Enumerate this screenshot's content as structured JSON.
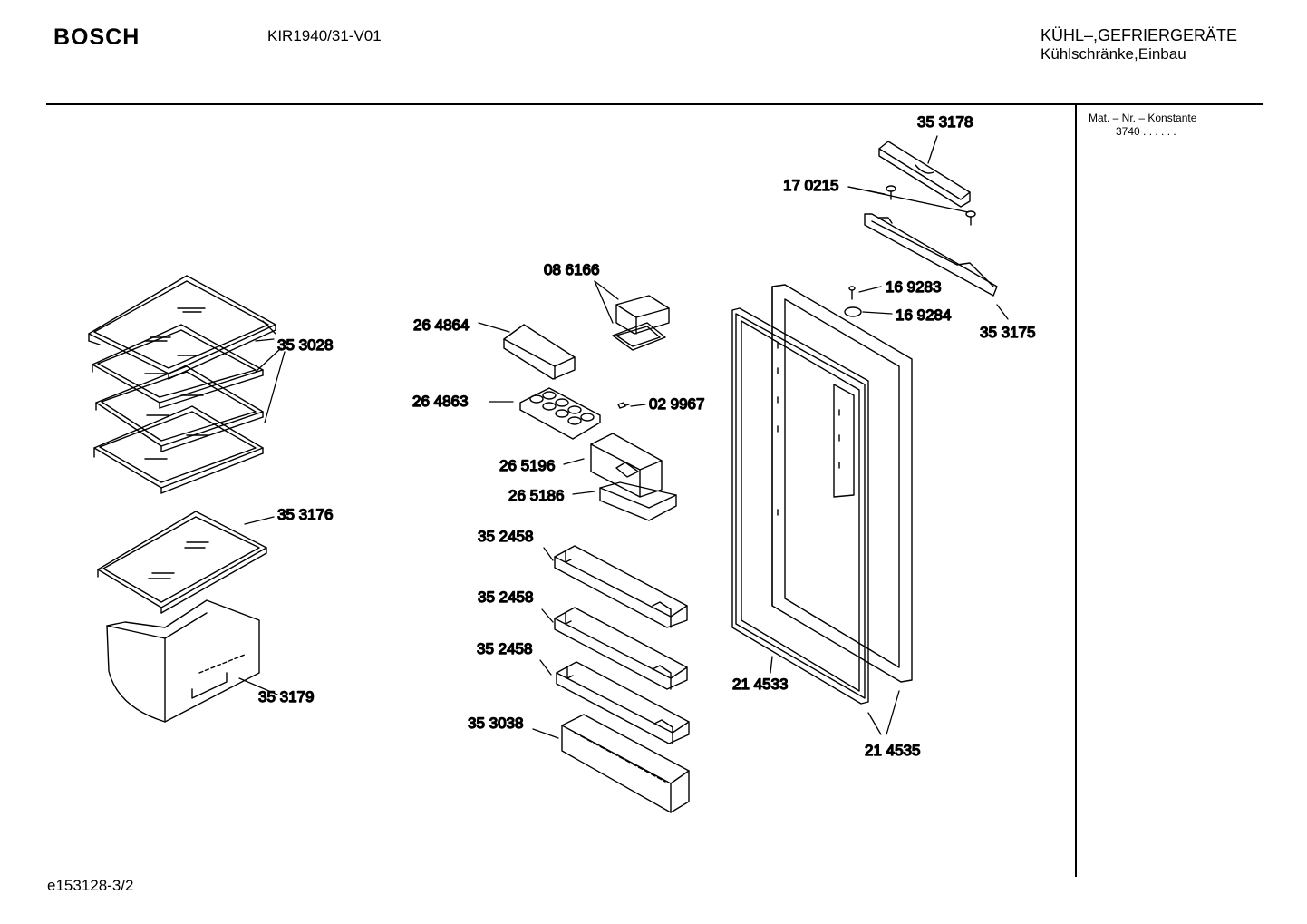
{
  "header": {
    "brand": "BOSCH",
    "model": "KIR1940/31-V01",
    "category_line1": "KÜHL–,GEFRIERGERÄTE",
    "category_line2": "Kühlschränke,Einbau"
  },
  "sidebar": {
    "mat_title": "Mat. – Nr. – Konstante",
    "mat_value": "3740  .   .     .  .  .  ."
  },
  "footer": {
    "page_id": "e153128-3/2"
  },
  "parts": {
    "p353178": "35 3178",
    "p170215": "17 0215",
    "p169283": "16 9283",
    "p169284": "16 9284",
    "p353175": "35 3175",
    "p086166": "08 6166",
    "p264864": "26 4864",
    "p264863": "26 4863",
    "p029967": "02 9967",
    "p265196": "26 5196",
    "p265186": "26 5186",
    "p352458a": "35 2458",
    "p352458b": "35 2458",
    "p352458c": "35 2458",
    "p353038": "35 3038",
    "p214533": "21 4533",
    "p214535": "21 4535",
    "p353028": "35 3028",
    "p353176": "35 3176",
    "p353179": "35 3179"
  }
}
